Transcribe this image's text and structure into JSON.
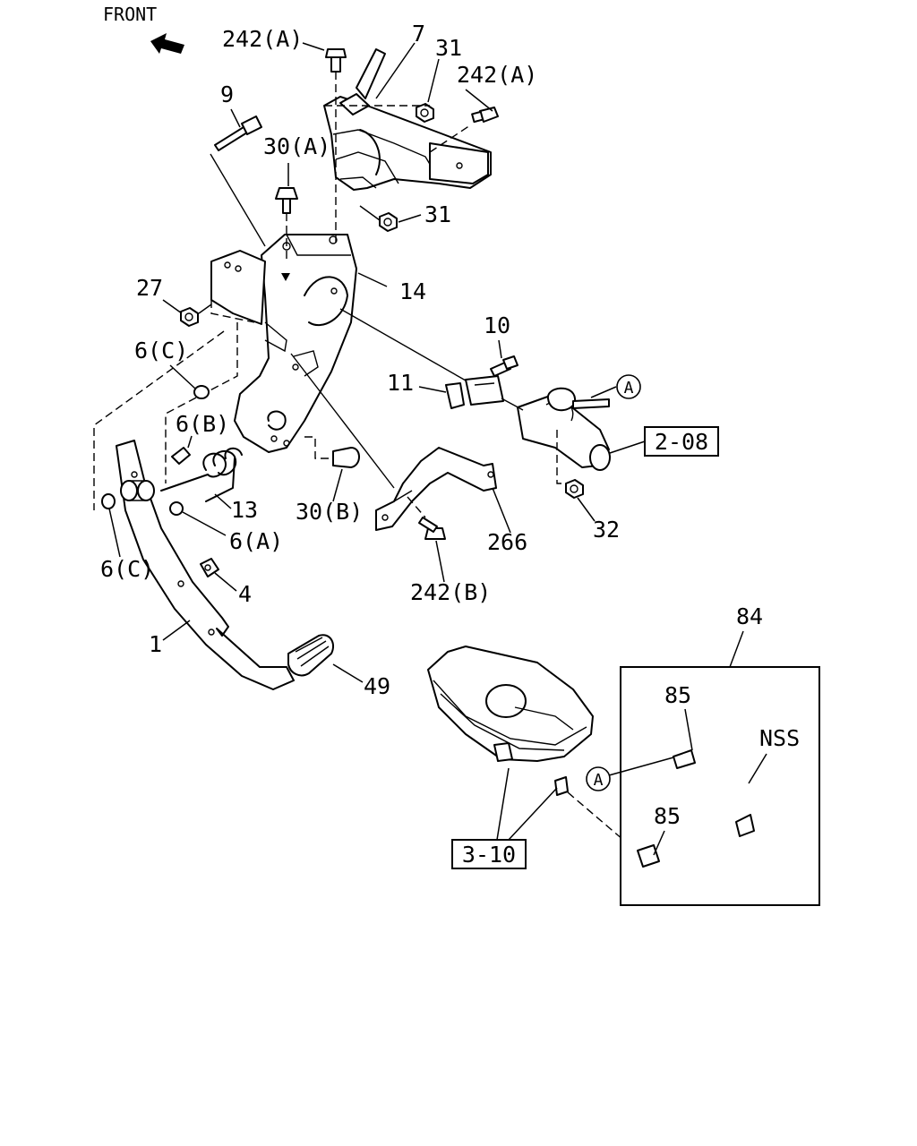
{
  "front_label": "FRONT",
  "labels": {
    "l_242a_top": "242(A)",
    "l_7": "7",
    "l_31_top": "31",
    "l_242a_right": "242(A)",
    "l_9": "9",
    "l_30a": "30(A)",
    "l_31_mid": "31",
    "l_27": "27",
    "l_14": "14",
    "l_10": "10",
    "l_6c_upper": "6(C)",
    "l_11": "11",
    "l_6b": "6(B)",
    "l_13": "13",
    "l_30b": "30(B)",
    "l_6a": "6(A)",
    "l_266": "266",
    "l_32": "32",
    "l_6c_lower": "6(C)",
    "l_4": "4",
    "l_242b": "242(B)",
    "l_1": "1",
    "l_49": "49",
    "l_84": "84",
    "l_85_top": "85",
    "l_nss": "NSS",
    "l_85_bottom": "85"
  },
  "references": {
    "ref_2_08": "2-08",
    "ref_3_10": "3-10"
  },
  "callouts": {
    "a_cylinder": "A",
    "a_hose": "A"
  }
}
